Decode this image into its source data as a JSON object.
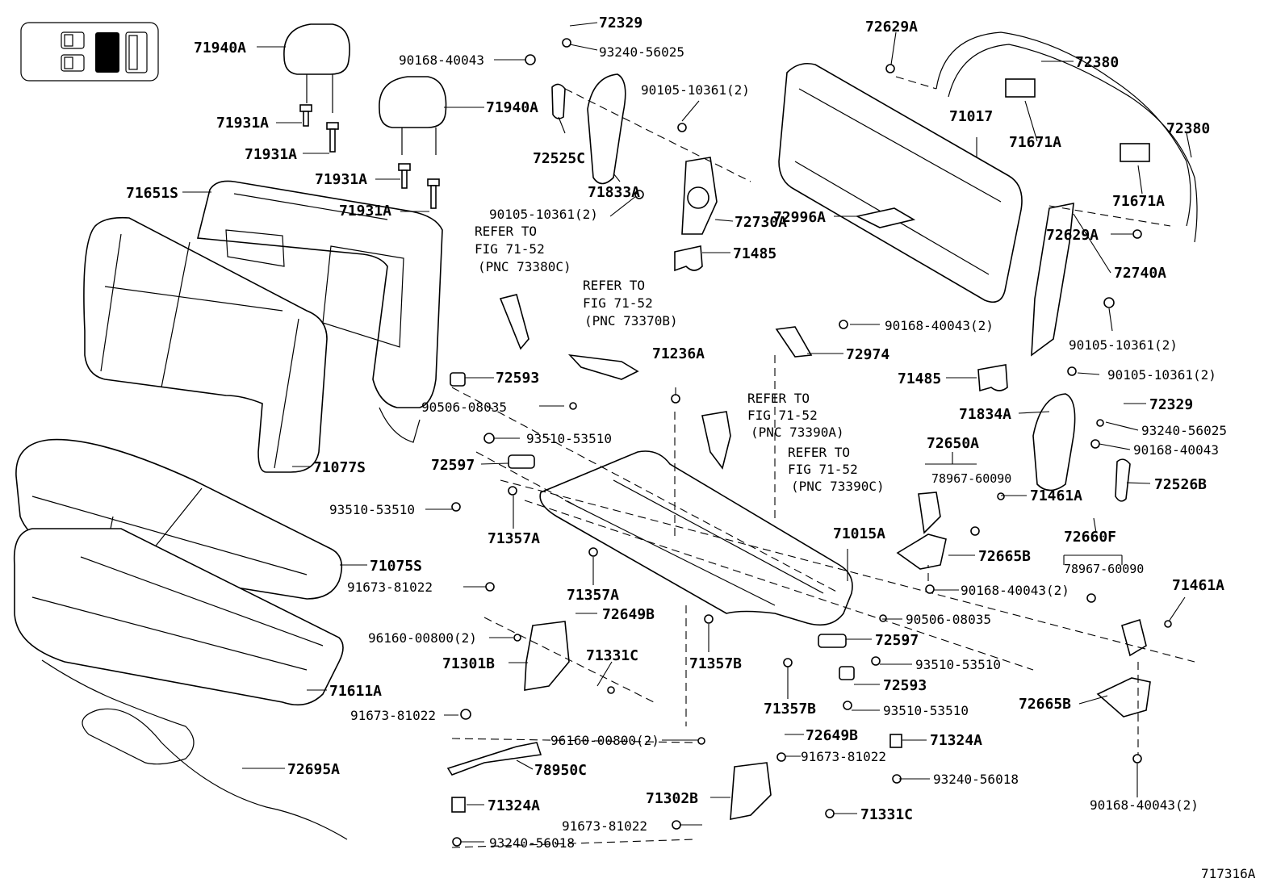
{
  "figure_id": "717316A",
  "callouts": {
    "c72329_top": "72329",
    "c93240_56025_top": "93240-56025",
    "c90168_40043_top": "90168-40043",
    "c71940A_1": "71940A",
    "c71940A_2": "71940A",
    "c71931A_1": "71931A",
    "c71931A_2": "71931A",
    "c71931A_3": "71931A",
    "c71931A_4": "71931A",
    "c72525C": "72525C",
    "c71833A": "71833A",
    "c90105_10361_2_a": "90105-10361(2)",
    "c90105_10361_2_b": "90105-10361(2)",
    "c72730A": "72730A",
    "c71485_a": "71485",
    "c71651S": "71651S",
    "c72629A_top": "72629A",
    "c72380_a": "72380",
    "c72380_b": "72380",
    "c71017": "71017",
    "c71671A_a": "71671A",
    "c71671A_b": "71671A",
    "c72629A_b": "72629A",
    "c72740A": "72740A",
    "c72996A": "72996A",
    "c90168_40043_2_a": "90168-40043(2)",
    "c72974": "72974",
    "c90105_10361_2_c": "90105-10361(2)",
    "c90105_10361_2_d": "90105-10361(2)",
    "c71485_b": "71485",
    "c71834A": "71834A",
    "c72329_b": "72329",
    "c93240_56025_b": "93240-56025",
    "c90168_40043_b": "90168-40043",
    "c72526B": "72526B",
    "c72650A": "72650A",
    "c78967_60090_a": "78967-60090",
    "c71461A_a": "71461A",
    "c71015A": "71015A",
    "c72665B_a": "72665B",
    "c90168_40043_2_b": "90168-40043(2)",
    "c72660F": "72660F",
    "c78967_60090_b": "78967-60090",
    "c71461A_b": "71461A",
    "c90506_08035_b": "90506-08035",
    "c72597_b": "72597",
    "c93510_53510_c": "93510-53510",
    "c72593_b": "72593",
    "c93510_53510_d": "93510-53510",
    "c72665B_b": "72665B",
    "c71357B_a": "71357B",
    "c71357B_b": "71357B",
    "c72649B_b": "72649B",
    "c91673_81022_c": "91673-81022",
    "c71324A_a": "71324A",
    "c93240_56018_a": "93240-56018",
    "c90168_40043_2_c": "90168-40043(2)",
    "c71236A": "71236A",
    "c72593_a": "72593",
    "c90506_08035_a": "90506-08035",
    "c93510_53510_a": "93510-53510",
    "c72597_a": "72597",
    "c93510_53510_b": "93510-53510",
    "c71357A_a": "71357A",
    "c71357A_b": "71357A",
    "c71077S": "71077S",
    "c71075S": "71075S",
    "c91673_81022_a": "91673-81022",
    "c72649B_a": "72649B",
    "c96160_00800_2_a": "96160-00800(2)",
    "c71301B": "71301B",
    "c71331C_a": "71331C",
    "c71611A": "71611A",
    "c91673_81022_b": "91673-81022",
    "c96160_00800_2_b": "96160-00800(2)",
    "c78950C": "78950C",
    "c72695A": "72695A",
    "c71324A_b": "71324A",
    "c71302B": "71302B",
    "c91673_81022_d": "91673-81022",
    "c71331C_b": "71331C",
    "c93240_56018_b": "93240-56018"
  },
  "references": {
    "r1": [
      "REFER TO",
      "FIG 71-52",
      "(PNC 73380C)"
    ],
    "r2": [
      "REFER TO",
      "FIG 71-52",
      "(PNC 73370B)"
    ],
    "r3": [
      "REFER TO",
      "FIG 71-52",
      "(PNC 73390A)"
    ],
    "r4": [
      "REFER TO",
      "FIG 71-52",
      "(PNC 73390C)"
    ]
  }
}
